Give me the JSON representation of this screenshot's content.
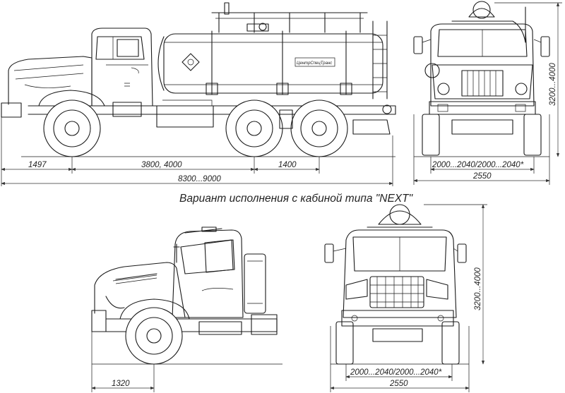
{
  "caption": "Вариант исполнения с кабиной типа \"NEXT\"",
  "side_view": {
    "dim_front_overhang": "1497",
    "dim_wheelbase": "3800, 4000",
    "dim_rear_axle": "1400",
    "dim_overall_length": "8300...9000",
    "tank_logo": "ЦентрСпецТранс"
  },
  "front_view": {
    "dim_track": "2000...2040/2000...2040*",
    "dim_width": "2550",
    "dim_height": "3200...4000"
  },
  "next_side_view": {
    "dim_front_overhang": "1320"
  },
  "next_front_view": {
    "dim_track": "2000...2040/2000...2040*",
    "dim_width": "2550",
    "dim_height": "3200...4000"
  }
}
